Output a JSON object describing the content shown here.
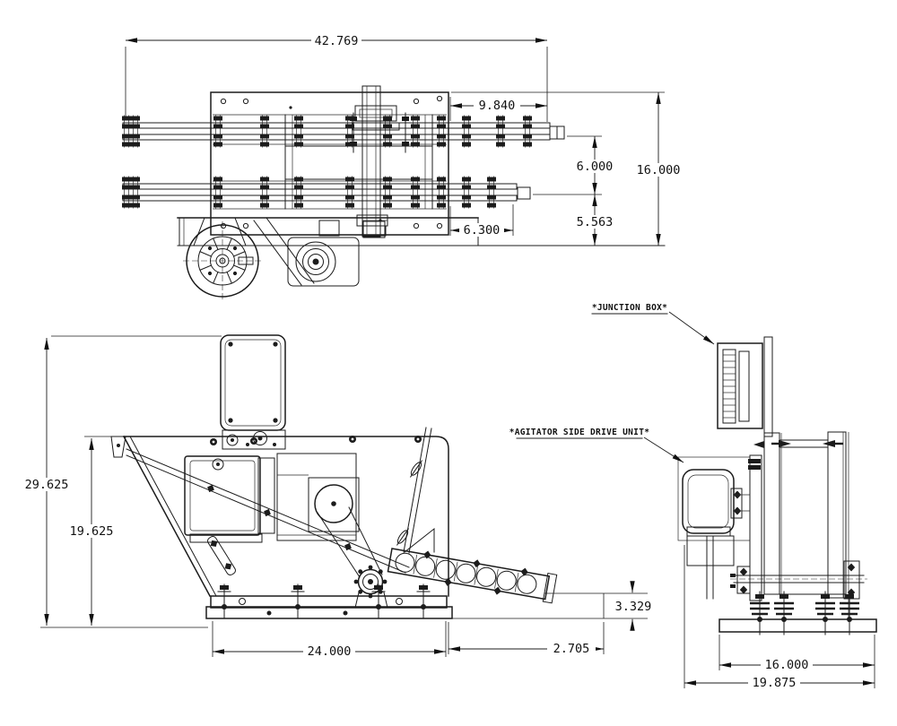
{
  "views": {
    "top": {
      "dims": {
        "overall_width": "42.769",
        "rail_overhang": "9.840",
        "rail_spacing": "6.000",
        "overall_height": "16.000",
        "lower_rail_offset": "5.563",
        "lower_rail_inset": "6.300"
      }
    },
    "side": {
      "dims": {
        "overall_height": "29.625",
        "plate_height": "19.625",
        "base_width": "24.000",
        "discharge_height": "3.329",
        "discharge_offset": "2.705"
      }
    },
    "end": {
      "dims": {
        "bolt_span": "16.000",
        "overall_depth": "19.875"
      },
      "callouts": {
        "junction_box": "*JUNCTION BOX*",
        "drive_unit": "*AGITATOR SIDE DRIVE UNIT*"
      }
    }
  }
}
